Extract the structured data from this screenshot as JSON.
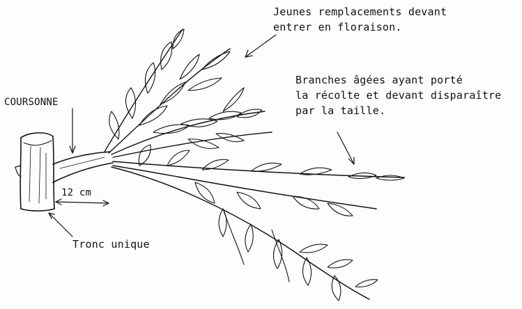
{
  "labels": {
    "jeunes": [
      "Jeunes remplacements devant",
      "entrer en floraison."
    ],
    "branches": [
      "Branches âgées ayant porté",
      "la récolte et devant disparaître",
      "par la taille."
    ],
    "coursonne": "COURSONNE",
    "distance": "12 cm",
    "tronc": "Tronc unique"
  },
  "colors": {
    "ink": "#111111",
    "paper": "#fdfdfb"
  }
}
